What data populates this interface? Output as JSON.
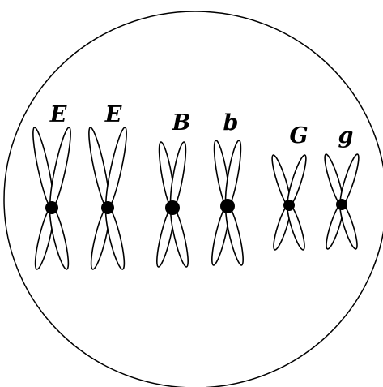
{
  "colors": {
    "line": "#000000",
    "background": "#ffffff"
  },
  "cell": {
    "chromosomes": [
      {
        "allele": "E",
        "size": "large"
      },
      {
        "allele": "E",
        "size": "large"
      },
      {
        "allele": "B",
        "size": "medium"
      },
      {
        "allele": "b",
        "size": "medium"
      },
      {
        "allele": "G",
        "size": "small"
      },
      {
        "allele": "g",
        "size": "small"
      }
    ]
  }
}
